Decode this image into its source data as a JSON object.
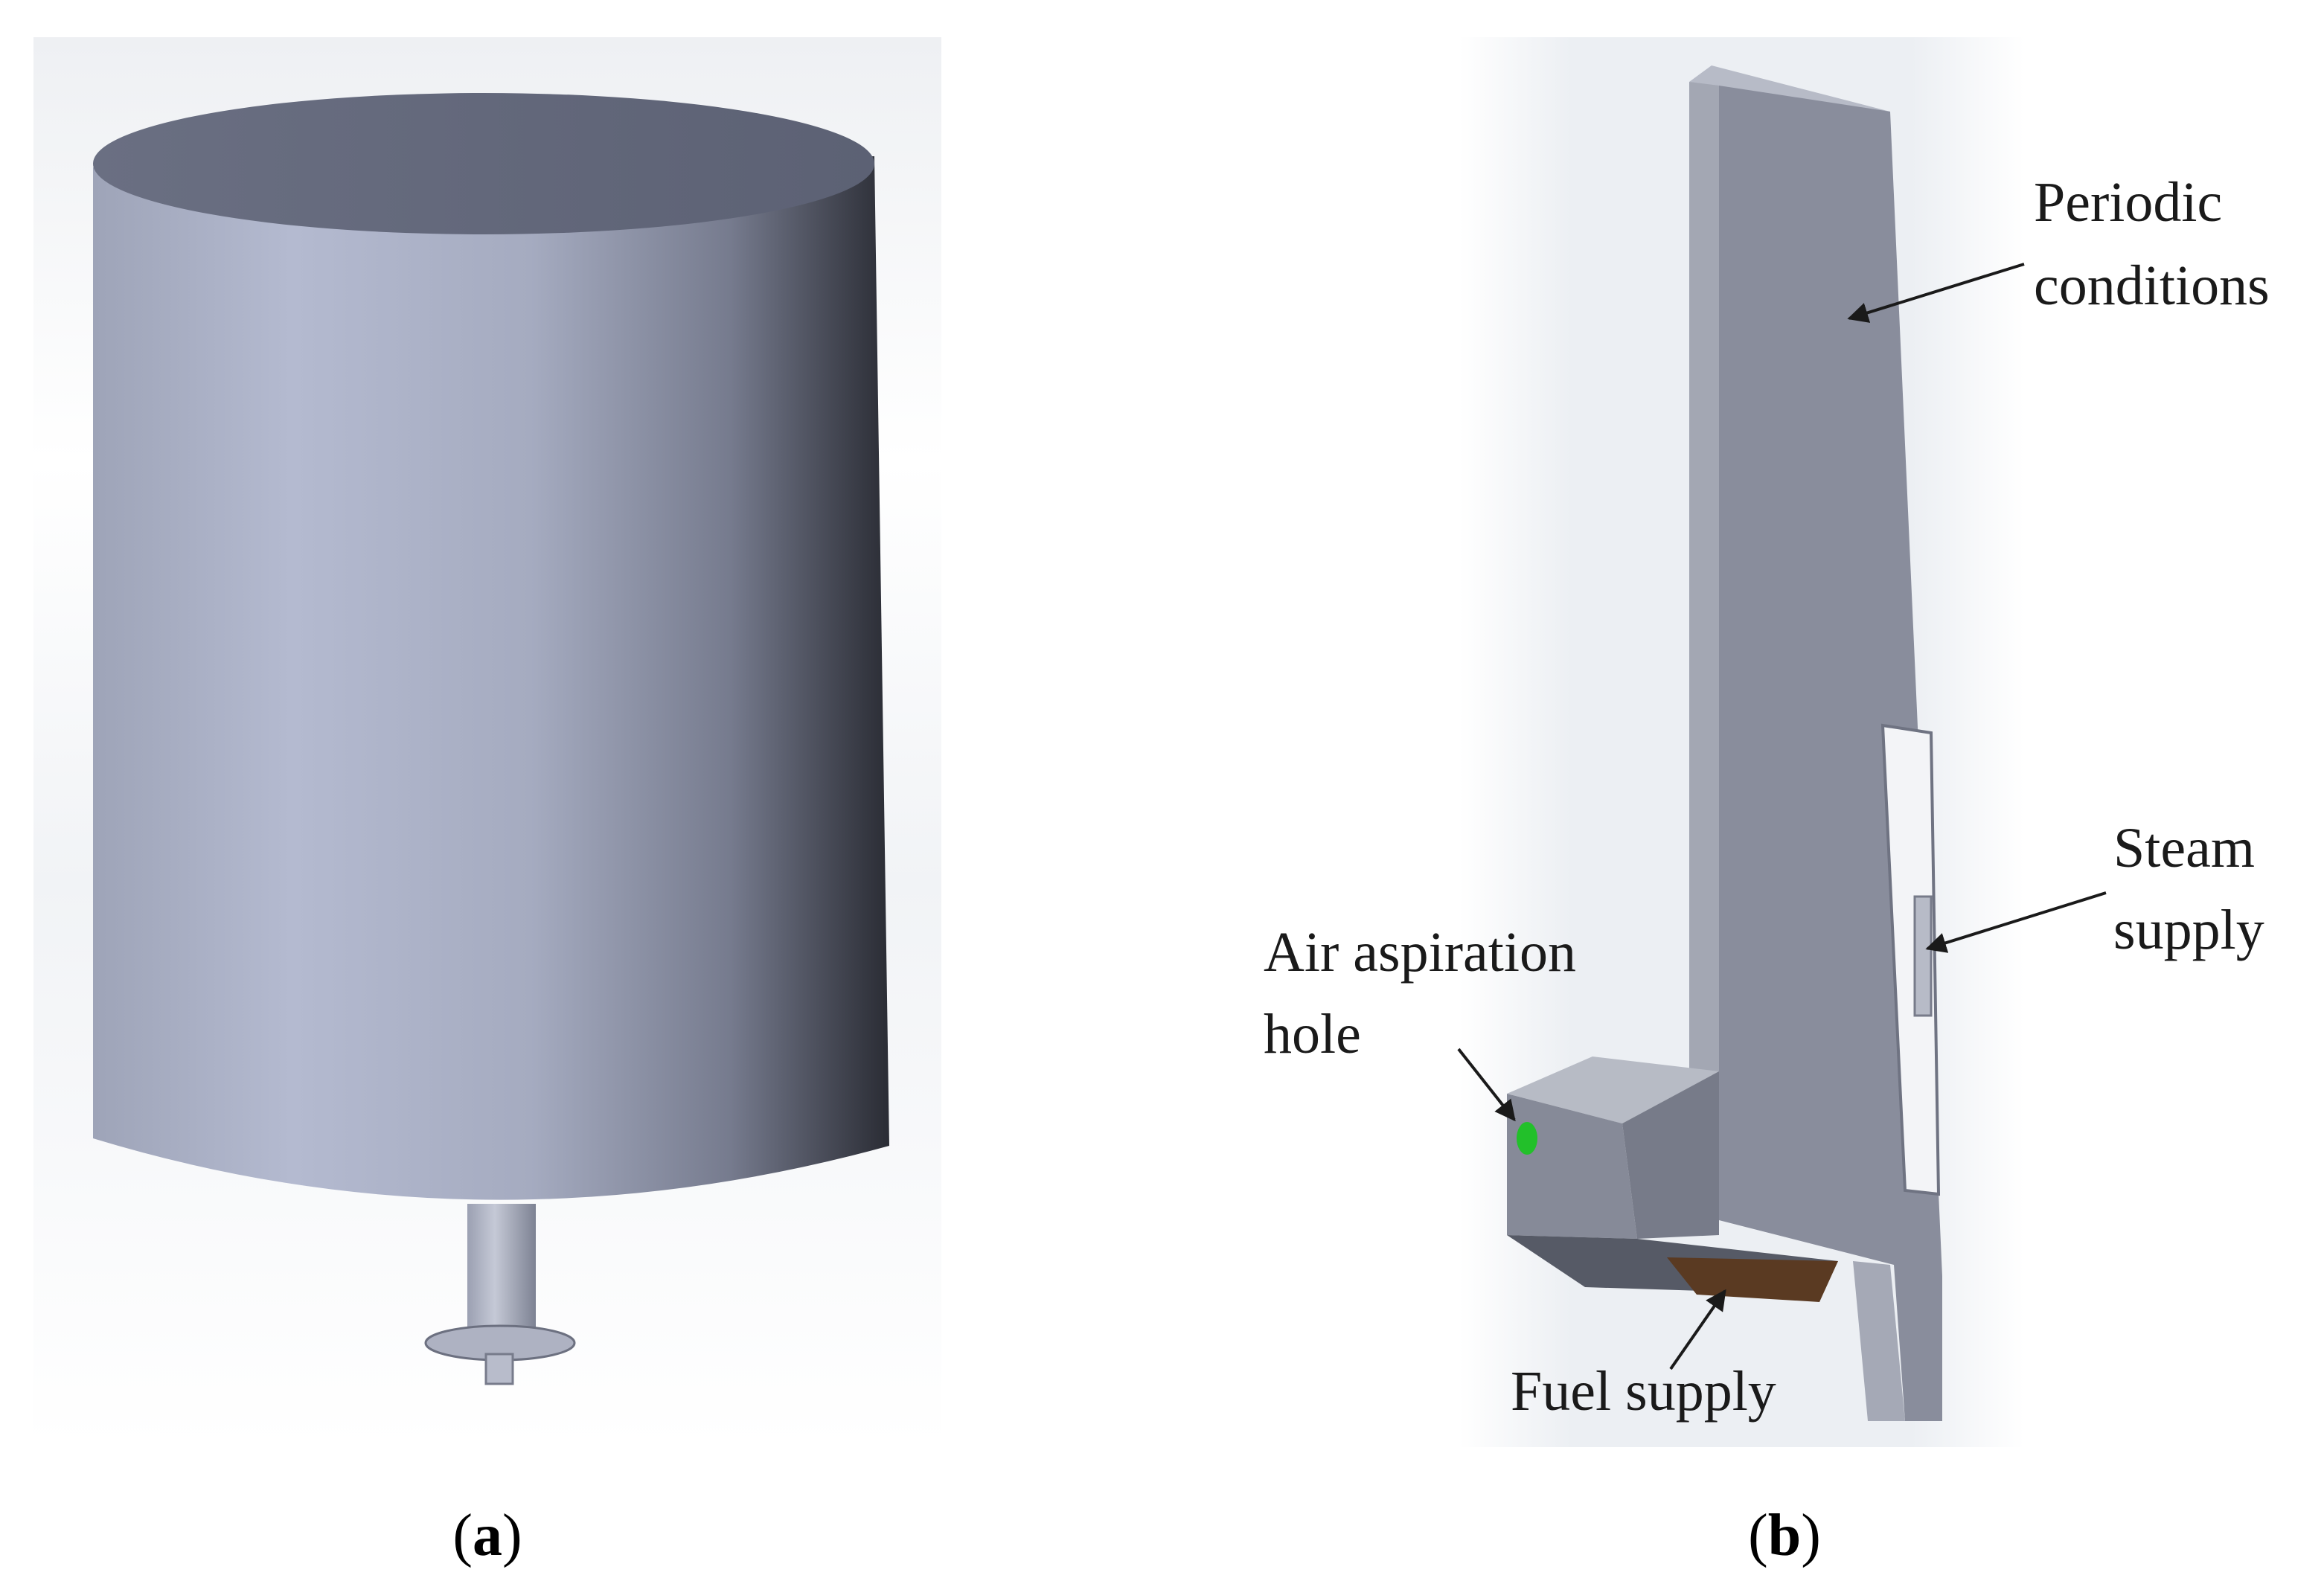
{
  "panel_a": {
    "caption_open": "(",
    "caption_letter": "a",
    "caption_close": ")"
  },
  "panel_b": {
    "caption_open": "(",
    "caption_letter": "b",
    "caption_close": ")",
    "labels": {
      "periodic_line1": "Periodic",
      "periodic_line2": "conditions",
      "steam_line1": "Steam",
      "steam_line2": "supply",
      "air_line1": "Air aspiration",
      "air_line2": "hole",
      "fuel": "Fuel supply"
    }
  },
  "colors": {
    "air_hole_marker": "#22c02a",
    "fuel_face": "#5a3a22"
  }
}
